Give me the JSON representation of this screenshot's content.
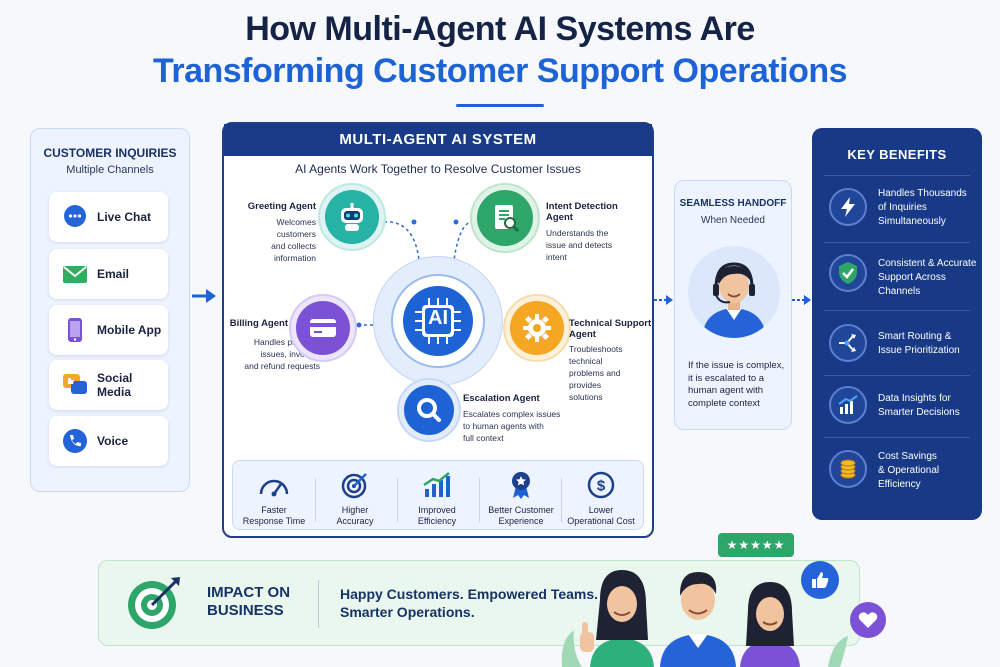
{
  "title": {
    "line1": "How Multi-Agent AI Systems Are",
    "line2": "Transforming Customer Support Operations"
  },
  "inquiries": {
    "title": "CUSTOMER INQUIRIES",
    "subtitle": "Multiple Channels",
    "channels": [
      {
        "label": "Live Chat",
        "icon": "chat-icon"
      },
      {
        "label": "Email",
        "icon": "email-icon"
      },
      {
        "label": "Mobile App",
        "icon": "mobile-icon"
      },
      {
        "label": "Social Media",
        "icon": "social-icon"
      },
      {
        "label": "Voice",
        "icon": "phone-icon"
      }
    ]
  },
  "system": {
    "title": "MULTI-AGENT AI SYSTEM",
    "subtitle": "AI Agents Work Together to Resolve Customer Issues",
    "core_label": "AI",
    "agents": {
      "greeting": {
        "name": "Greeting Agent",
        "desc": [
          "Welcomes customers",
          "and collects",
          "information"
        ],
        "icon": "robot-icon"
      },
      "intent": {
        "name": "Intent Detection Agent",
        "desc": [
          "Understands the",
          "issue and detects",
          "intent"
        ],
        "icon": "document-search-icon"
      },
      "billing": {
        "name": "Billing Agent",
        "desc": [
          "Handles payment",
          "issues, invoices",
          "and refund requests"
        ],
        "icon": "credit-card-icon"
      },
      "technical": {
        "name": "Technical Support Agent",
        "name_lines": [
          "Technical Support",
          "Agent"
        ],
        "desc": [
          "Troubleshoots technical",
          "problems and provides",
          "solutions"
        ],
        "icon": "gear-icon"
      },
      "escalation": {
        "name": "Escalation Agent",
        "desc": [
          "Escalates complex issues",
          "to human agents with",
          "full context"
        ],
        "icon": "magnifier-icon"
      }
    },
    "metrics": [
      {
        "label": [
          "Faster",
          "Response Time"
        ],
        "icon": "speedometer-icon"
      },
      {
        "label": [
          "Higher",
          "Accuracy"
        ],
        "icon": "target-icon"
      },
      {
        "label": [
          "Improved",
          "Efficiency"
        ],
        "icon": "growth-chart-icon"
      },
      {
        "label": [
          "Better Customer",
          "Experience"
        ],
        "icon": "award-icon"
      },
      {
        "label": [
          "Lower",
          "Operational Cost"
        ],
        "icon": "dollar-icon"
      }
    ]
  },
  "handoff": {
    "title": "SEAMLESS HANDOFF",
    "subtitle": "When Needed",
    "desc": [
      "If the issue is complex,",
      "it is escalated to a",
      "human agent with",
      "complete context"
    ]
  },
  "benefits": {
    "title": "KEY BENEFITS",
    "items": [
      {
        "lines": [
          "Handles Thousands",
          "of Inquiries",
          "Simultaneously"
        ],
        "icon": "lightning-icon"
      },
      {
        "lines": [
          "Consistent & Accurate",
          "Support Across",
          "Channels"
        ],
        "icon": "shield-check-icon"
      },
      {
        "lines": [
          "Smart Routing &",
          "Issue Prioritization"
        ],
        "icon": "routing-icon"
      },
      {
        "lines": [
          "Data Insights for",
          "Smarter Decisions"
        ],
        "icon": "bar-chart-icon"
      },
      {
        "lines": [
          "Cost Savings",
          "& Operational",
          "Efficiency"
        ],
        "icon": "coins-icon"
      }
    ]
  },
  "impact": {
    "title_lines": [
      "IMPACT ON",
      "BUSINESS"
    ],
    "text_lines": [
      "Happy Customers. Empowered Teams.",
      "Smarter Operations."
    ],
    "rating": "★★★★★"
  },
  "colors": {
    "navy": "#183a86",
    "blue": "#1e63d6",
    "green": "#2ea66a",
    "purple": "#7b52d6",
    "orange": "#f5a623",
    "teal": "#26b3a6"
  }
}
